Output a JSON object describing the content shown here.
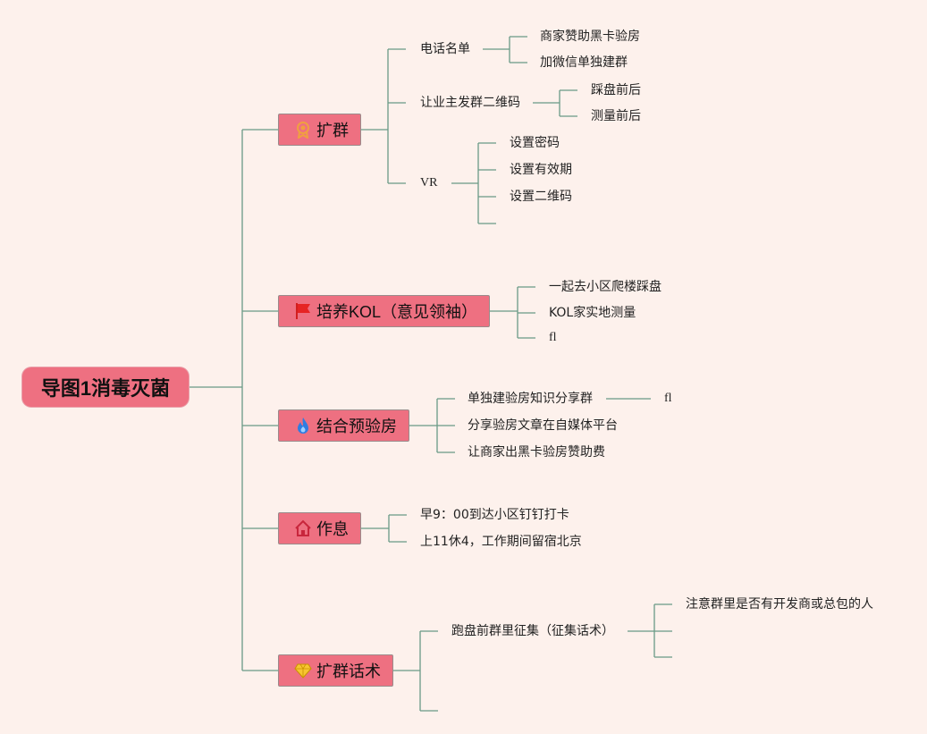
{
  "root": {
    "label": "导图1消毒灭菌"
  },
  "branches": [
    {
      "label": "扩群",
      "icon": "award-medal-icon",
      "children": [
        {
          "label": "电话名单",
          "children": [
            "商家赞助黑卡验房",
            "加微信单独建群"
          ]
        },
        {
          "label": "让业主发群二维码",
          "children": [
            "踩盘前后",
            "测量前后"
          ]
        },
        {
          "label": "VR",
          "children": [
            "设置密码",
            "设置有效期",
            "设置二维码",
            ""
          ]
        }
      ]
    },
    {
      "label": "培养KOL（意见领袖）",
      "icon": "red-flag-icon",
      "children": [
        {
          "label": "一起去小区爬楼踩盘"
        },
        {
          "label": "KOL家实地测量"
        },
        {
          "label": "fl"
        }
      ]
    },
    {
      "label": "结合预验房",
      "icon": "flame-icon",
      "children": [
        {
          "label": "单独建验房知识分享群",
          "children": [
            "fl"
          ]
        },
        {
          "label": "分享验房文章在自媒体平台"
        },
        {
          "label": "让商家出黑卡验房赞助费"
        }
      ]
    },
    {
      "label": "作息",
      "icon": "home-icon",
      "children": [
        {
          "label": "早9：00到达小区钉钉打卡"
        },
        {
          "label": "上11休4，工作期间留宿北京"
        }
      ]
    },
    {
      "label": "扩群话术",
      "icon": "diamond-icon",
      "children": [
        {
          "label": "跑盘前群里征集（征集话术）",
          "children": [
            "注意群里是否有开发商或总包的人",
            "",
            ""
          ]
        },
        {
          "label": ""
        }
      ]
    }
  ],
  "colors": {
    "background": "#fdf1ec",
    "topic_fill": "#ee7081",
    "connector": "#6a9a86"
  }
}
